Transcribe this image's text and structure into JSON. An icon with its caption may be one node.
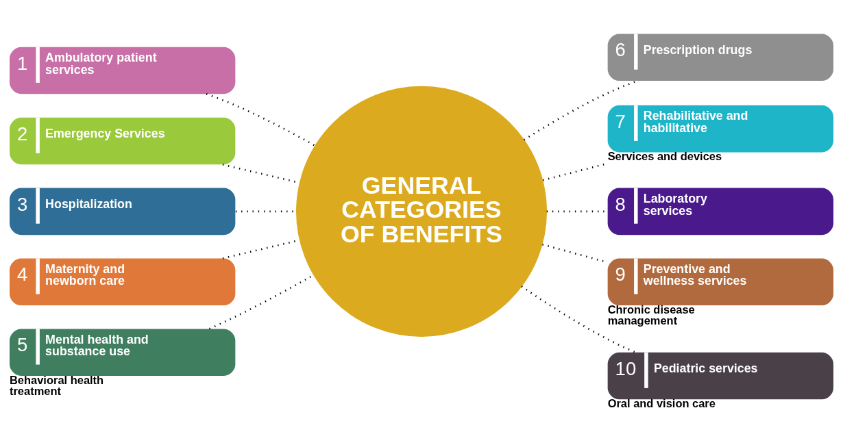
{
  "diagram": {
    "nodes": [
      {
        "text": [
          "GENERAL CATEGORIES OF BENEFITS"
        ]
      },
      {
        "text": [
          "1",
          "Ambulatory patient services"
        ]
      },
      {
        "text": [
          "2",
          "Emergency Services"
        ]
      },
      {
        "text": [
          "3",
          "Hospitalization"
        ]
      },
      {
        "text": [
          "4",
          "Maternity and newborn care"
        ]
      },
      {
        "text": [
          "5",
          "Mental health and substance use"
        ],
        "beside": [
          "Behavioral health treatment"
        ]
      },
      {
        "text": [
          "6",
          "Prescription drugs"
        ]
      },
      {
        "text": [
          "7",
          "Rehabilitative and habilitative"
        ],
        "beside": [
          "Services and devices"
        ]
      },
      {
        "text": [
          "8",
          "Laboratory services"
        ]
      },
      {
        "text": [
          "9",
          "Preventive and wellness services"
        ],
        "beside": [
          "Chronic disease management"
        ]
      },
      {
        "text": [
          "10",
          "Pediatric services"
        ],
        "beside": [
          "Oral and vision care"
        ]
      }
    ],
    "edges": [
      {
        "from": 1,
        "to": 0,
        "arrow": "none"
      },
      {
        "from": 2,
        "to": 0,
        "arrow": "none"
      },
      {
        "from": 3,
        "to": 0,
        "arrow": "none"
      },
      {
        "from": 4,
        "to": 0,
        "arrow": "none"
      },
      {
        "from": 5,
        "to": 0,
        "arrow": "none"
      },
      {
        "from": 0,
        "to": 6,
        "arrow": "none"
      },
      {
        "from": 0,
        "to": 7,
        "arrow": "none"
      },
      {
        "from": 0,
        "to": 8,
        "arrow": "none"
      },
      {
        "from": 0,
        "to": 9,
        "arrow": "none"
      },
      {
        "from": 0,
        "to": 10,
        "arrow": "none"
      }
    ]
  }
}
